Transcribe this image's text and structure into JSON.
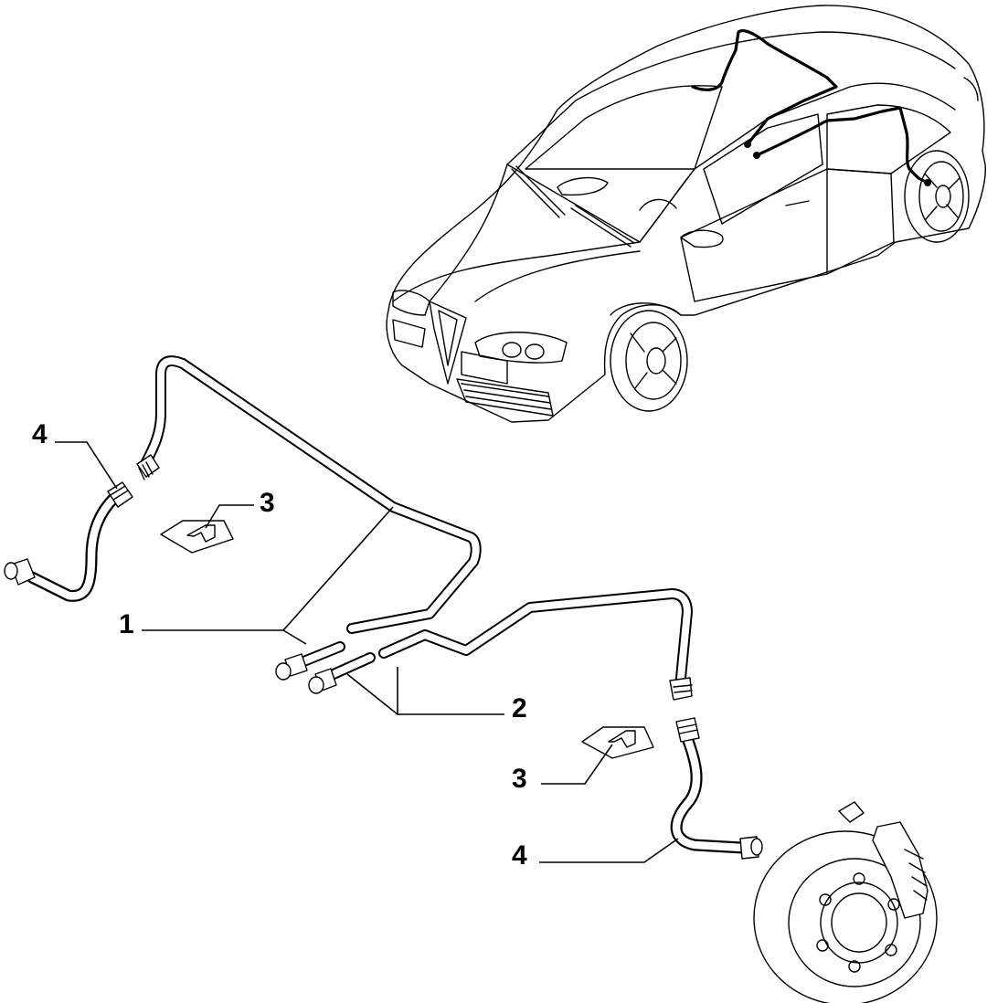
{
  "callouts": {
    "c1": "1",
    "c2": "2",
    "c3_upper": "3",
    "c3_lower": "3",
    "c4_upper": "4",
    "c4_lower": "4"
  }
}
